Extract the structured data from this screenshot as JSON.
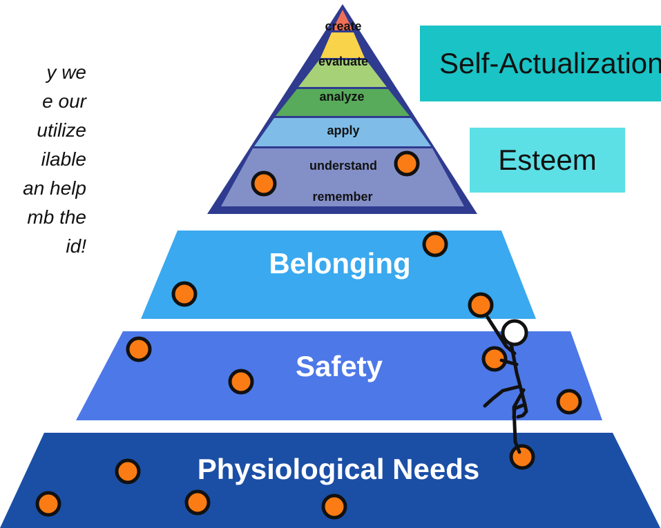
{
  "caption_lines": [
    "y we",
    "e our",
    " utilize",
    "ilable",
    "an help",
    "mb the",
    "id!"
  ],
  "self_actualization_label": "Self-Actualization",
  "esteem_label": "Esteem",
  "bloom_levels": [
    "create",
    "evaluate",
    "analyze",
    "apply",
    "understand",
    "remember"
  ],
  "tiers": {
    "belonging": "Belonging",
    "safety": "Safety",
    "physiological": "Physiological Needs"
  },
  "colors": {
    "self_actualization_box": "#1ac3c5",
    "esteem_box": "#5ce0e6",
    "belonging": "#3aa9ef",
    "safety": "#4d78e8",
    "physiological": "#1b4fa6",
    "handhold": "#fb7c14",
    "bloom": [
      "#ef6f57",
      "#f9d44a",
      "#a7d177",
      "#58ab5b",
      "#7fbde8",
      "#8390c8"
    ]
  }
}
